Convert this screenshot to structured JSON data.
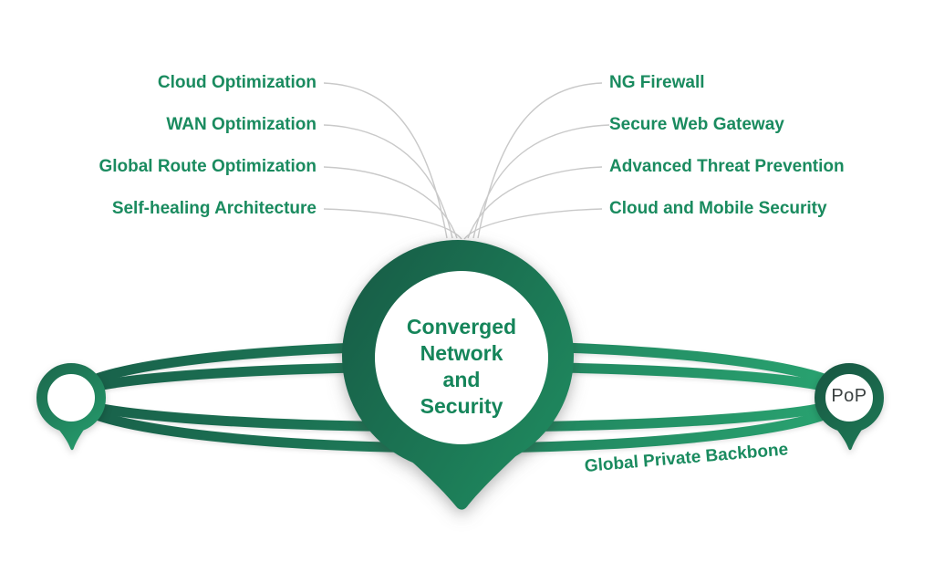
{
  "center_pin": {
    "lines": [
      "Converged",
      "Network",
      "and",
      "Security"
    ]
  },
  "left_features": [
    "Cloud Optimization",
    "WAN Optimization",
    "Global Route Optimization",
    "Self-healing Architecture"
  ],
  "right_features": [
    "NG Firewall",
    "Secure Web Gateway",
    "Advanced Threat Prevention",
    "Cloud and Mobile Security"
  ],
  "backbone_label": "Global Private Backbone",
  "pop_label": "PoP",
  "colors": {
    "brand_green_text": "#1A8B5F",
    "pin_gradient_dark": "#175C46",
    "pin_gradient_light": "#1F8A5F",
    "band_gradient_left": "#185F49",
    "band_gradient_mid": "#1F7F5B",
    "band_gradient_right": "#2AA572",
    "connector_gray": "#C9C9C9",
    "pop_text": "#3C4242",
    "background": "#FFFFFF"
  }
}
